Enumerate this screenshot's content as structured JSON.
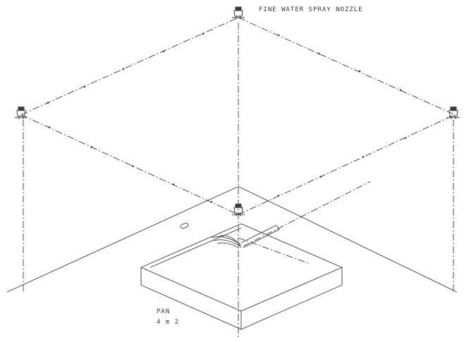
{
  "labels": {
    "nozzle": "FINE WATER SPRAY NOZZLE",
    "pan": "PAN",
    "pan_size": "4 m 2"
  },
  "colors": {
    "ink": "#3a3a3a",
    "background": "#ffffff"
  }
}
